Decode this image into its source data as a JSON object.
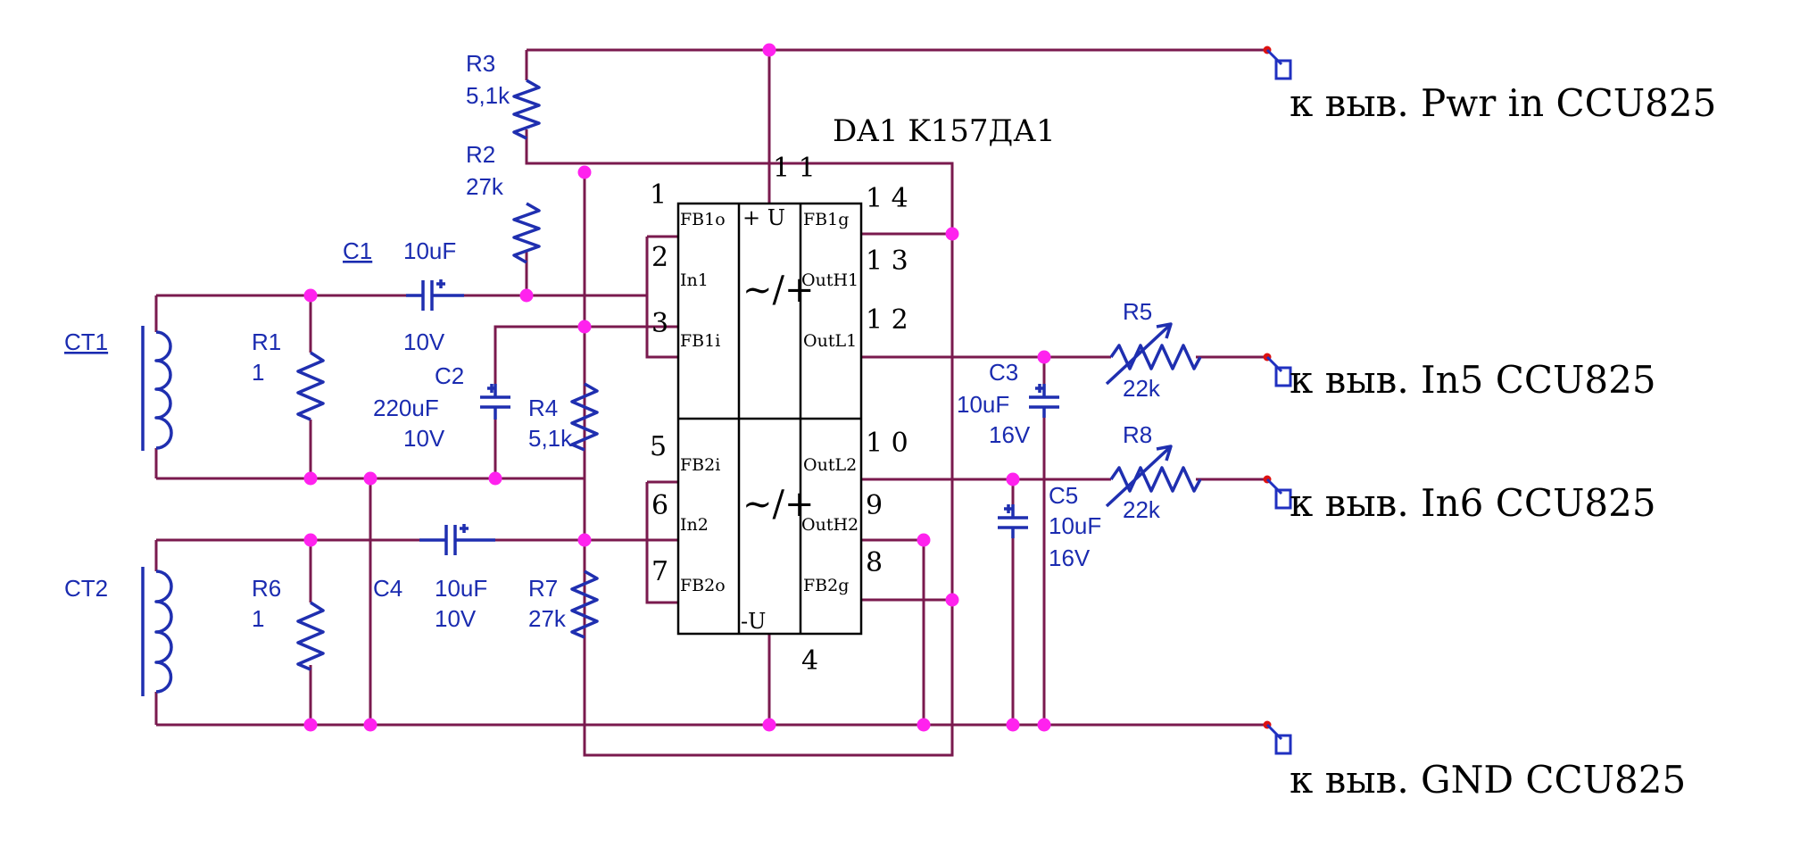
{
  "chip": {
    "title": "DA1  K157ДА1",
    "pin_labels": {
      "fb1o": "FB1o",
      "in1": "In1",
      "fb1i": "FB1i",
      "fb2i": "FB2i",
      "in2": "In2",
      "fb2o": "FB2o",
      "fb1g": "FB1g",
      "outh1": "OutH1",
      "outl1": "OutL1",
      "outl2": "OutL2",
      "outh2": "OutH2",
      "fb2g": "FB2g",
      "vplus": "+ U",
      "vminus": "-U",
      "ch1": "~/+",
      "ch2": "~/+"
    },
    "pin_numbers": {
      "p1": "1",
      "p2": "2",
      "p3": "3",
      "p5": "5",
      "p6": "6",
      "p7": "7",
      "p14": "1 4",
      "p13": "1 3",
      "p12": "1 2",
      "p10": "1 0",
      "p9": "9",
      "p8": "8",
      "p11": "1 1",
      "p4": "4"
    }
  },
  "components": {
    "r1": {
      "name": "R1",
      "value": "1"
    },
    "r2": {
      "name": "R2",
      "value": "27k"
    },
    "r3": {
      "name": "R3",
      "value": "5,1k"
    },
    "r4": {
      "name": "R4",
      "value": "5,1k"
    },
    "r5": {
      "name": "R5",
      "value": "22k"
    },
    "r6": {
      "name": "R6",
      "value": "1"
    },
    "r7": {
      "name": "R7",
      "value": "27k"
    },
    "r8": {
      "name": "R8",
      "value": "22k"
    },
    "c1": {
      "name": "C1",
      "value": "10uF",
      "voltage": "10V"
    },
    "c2": {
      "name": "C2",
      "value": "220uF",
      "voltage": "10V"
    },
    "c3": {
      "name": "C3",
      "value": "10uF",
      "voltage": "16V"
    },
    "c4": {
      "name": "C4",
      "value": "10uF",
      "voltage": "10V"
    },
    "c5": {
      "name": "C5",
      "value": "10uF",
      "voltage": "16V"
    },
    "ct1": {
      "name": "CT1"
    },
    "ct2": {
      "name": "CT2"
    }
  },
  "terminals": {
    "pwr": "к выв. Pwr in CCU825",
    "in5": "к выв. In5 CCU825",
    "in6": "к выв. In6 CCU825",
    "gnd": "к выв. GND CCU825"
  },
  "colors": {
    "wire": "#7a1a4e",
    "component": "#1f2fb0",
    "junction": "#ff22ee",
    "chip": "#000000"
  }
}
